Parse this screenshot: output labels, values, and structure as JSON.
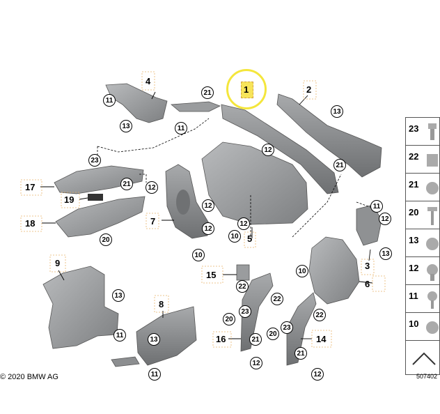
{
  "diagram": {
    "highlighted_part": "1",
    "part_labels": [
      "1",
      "2",
      "4",
      "5",
      "6",
      "7",
      "8",
      "9",
      "14",
      "15",
      "16",
      "17",
      "18",
      "19"
    ],
    "callouts": [
      "10",
      "11",
      "12",
      "13",
      "20",
      "21",
      "22",
      "23"
    ],
    "copyright": "© 2020 BMW AG",
    "doc_number": "507402"
  },
  "legend": {
    "items": [
      "23",
      "22",
      "21",
      "20",
      "13",
      "12",
      "11",
      "10"
    ]
  },
  "colors": {
    "part_fill": "#9a9c9e",
    "part_dark": "#707274",
    "highlight": "#f4e63c",
    "frame": "#e9b46a"
  }
}
